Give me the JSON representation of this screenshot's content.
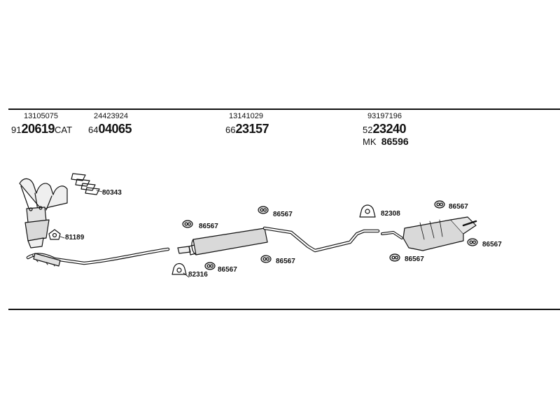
{
  "oe_numbers": {
    "col1": "13105075",
    "col2": "24423924",
    "col3": "13141029",
    "col4": "93197196"
  },
  "part_numbers": {
    "catalyst": {
      "prefix": "91",
      "main": "20619",
      "suffix": "CAT"
    },
    "front_pipe": {
      "prefix": "64",
      "main": "04065",
      "suffix": ""
    },
    "middle_silencer": {
      "prefix": "66",
      "main": "23157",
      "suffix": ""
    },
    "rear_silencer": {
      "prefix": "52",
      "main": "23240",
      "suffix": ""
    }
  },
  "mounting_kit": {
    "label": "MK",
    "number": "86596"
  },
  "callouts": {
    "gasket_set": "80343",
    "gasket_cat": "81189",
    "clamp_front": "82316",
    "clamp_rear": "82308",
    "mount_a": "86567",
    "mount_b": "86567",
    "mount_c": "86567",
    "mount_d": "86567",
    "mount_e": "86567",
    "mount_f": "86567",
    "mount_g": "86567"
  },
  "colors": {
    "line": "#111111",
    "part_fill": "#d9d9d9"
  }
}
